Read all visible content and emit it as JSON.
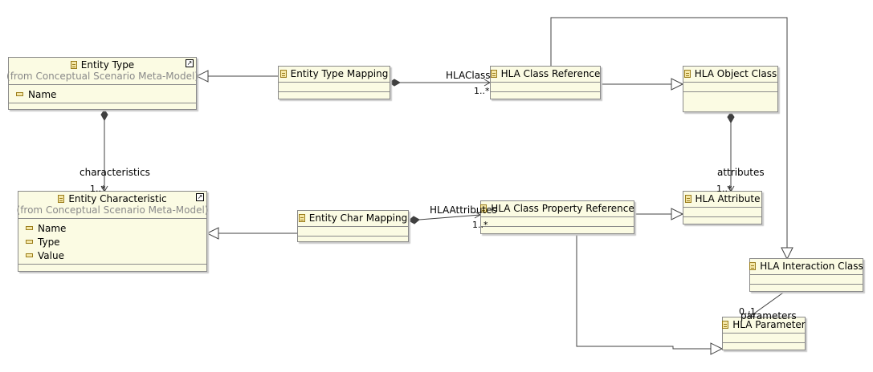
{
  "classes": {
    "entity_type": {
      "name": "Entity Type",
      "source": "(from Conceptual Scenario Meta-Model)",
      "attributes": [
        "Name"
      ]
    },
    "entity_type_mapping": {
      "name": "Entity Type Mapping"
    },
    "hla_class_reference": {
      "name": "HLA Class Reference"
    },
    "hla_object_class": {
      "name": "HLA Object Class"
    },
    "entity_characteristic": {
      "name": "Entity Characteristic",
      "source": "(from Conceptual Scenario Meta-Model)",
      "attributes": [
        "Name",
        "Type",
        "Value"
      ]
    },
    "entity_char_mapping": {
      "name": "Entity Char Mapping"
    },
    "hla_class_property_reference": {
      "name": "HLA Class Property Reference"
    },
    "hla_attribute": {
      "name": "HLA Attribute"
    },
    "hla_interaction_class": {
      "name": "HLA Interaction Class"
    },
    "hla_parameter": {
      "name": "HLA Parameter"
    }
  },
  "labels": {
    "hlaclass": "HLAClass",
    "hlaclass_mult": "1..*",
    "characteristics": "characteristics",
    "characteristics_mult": "1..*",
    "attributes": "attributes",
    "attributes_mult": "1..*",
    "hlaattributes": "HLAAttributes",
    "hlaattributes_mult": "1..*",
    "parameters": "parameters",
    "parameters_mult": "0..1"
  },
  "colors": {
    "class_fill": "#fbfbe3",
    "class_border": "#8a8a8a",
    "source_text": "#8a8a8a",
    "line": "#404040"
  }
}
